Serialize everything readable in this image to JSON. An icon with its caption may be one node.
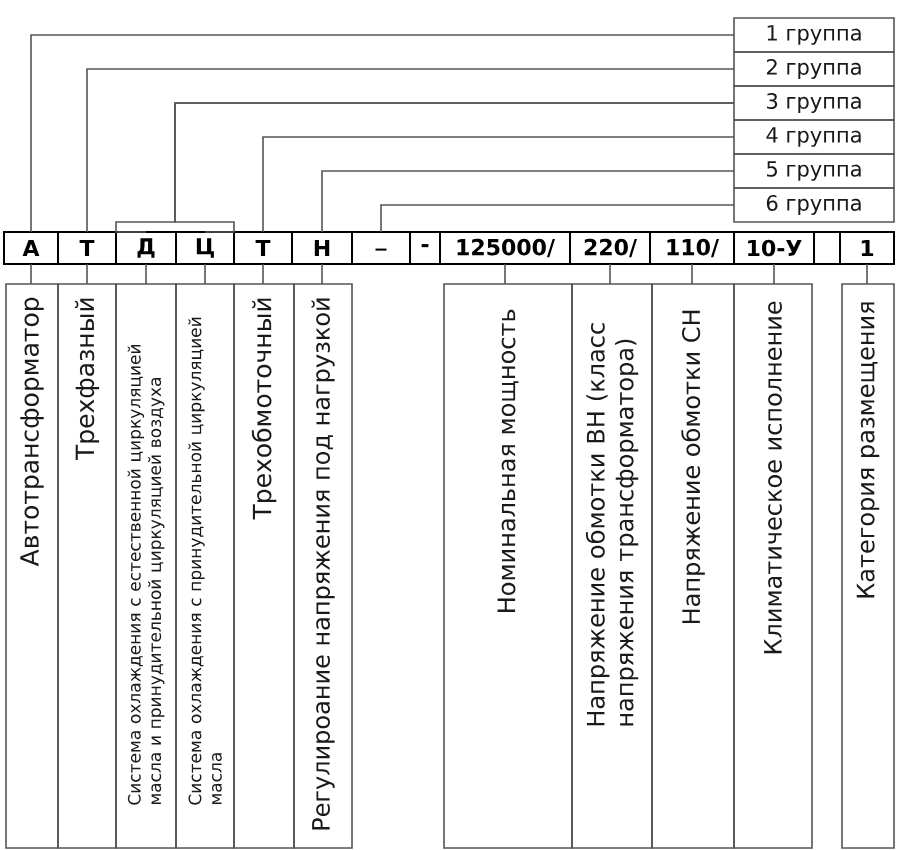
{
  "diagram": {
    "nodes": [
      {
        "text": [
          "1 группа"
        ]
      },
      {
        "text": [
          "2 группа"
        ]
      },
      {
        "text": [
          "3 группа"
        ]
      },
      {
        "text": [
          "4 группа"
        ]
      },
      {
        "text": [
          "5 группа"
        ]
      },
      {
        "text": [
          "6 группа"
        ]
      },
      {
        "text": [
          "А"
        ]
      },
      {
        "text": [
          "Т"
        ]
      },
      {
        "text": [
          "Д"
        ]
      },
      {
        "text": [
          "Ц"
        ]
      },
      {
        "text": [
          "Т"
        ]
      },
      {
        "text": [
          "Н"
        ]
      },
      {
        "text": [
          "_"
        ]
      },
      {
        "text": [
          "-"
        ]
      },
      {
        "text": [
          "125000/"
        ]
      },
      {
        "text": [
          "220/"
        ]
      },
      {
        "text": [
          "110/"
        ]
      },
      {
        "text": [
          "10-У"
        ]
      },
      {
        "text": [],
        "shape": "box"
      },
      {
        "text": [
          "1"
        ]
      },
      {
        "text": [
          "Автотрансформатор"
        ]
      },
      {
        "text": [
          "Трехфазный"
        ]
      },
      {
        "text": [
          "Система охлаждения с естественной циркуляцией масла и принудительной циркуляцией воздуха"
        ]
      },
      {
        "text": [
          "Система охлаждения с принудительной циркуляцией масла"
        ]
      },
      {
        "text": [
          "Трехобмоточный"
        ]
      },
      {
        "text": [
          "Регулироание напряжения под нагрузкой"
        ]
      },
      {
        "text": [
          "Номинальная мощность"
        ]
      },
      {
        "text": [
          "Напряжение обмотки ВН (класс напряжения трансформатора)"
        ]
      },
      {
        "text": [
          "Напряжение обмотки СН"
        ]
      },
      {
        "text": [
          "Климатическое исполнение"
        ]
      },
      {
        "text": [
          "Категория размещения"
        ]
      }
    ],
    "edges": [
      {
        "from": 0,
        "to": 6,
        "arrow": "none"
      },
      {
        "from": 1,
        "to": 7,
        "arrow": "none"
      },
      {
        "from": 2,
        "to": 8,
        "arrow": "none"
      },
      {
        "from": 2,
        "to": 9,
        "arrow": "none"
      },
      {
        "from": 3,
        "to": 10,
        "arrow": "none"
      },
      {
        "from": 4,
        "to": 11,
        "arrow": "none"
      },
      {
        "from": 5,
        "to": 12,
        "arrow": "none"
      },
      {
        "from": 6,
        "to": 20,
        "arrow": "none"
      },
      {
        "from": 7,
        "to": 21,
        "arrow": "none"
      },
      {
        "from": 8,
        "to": 22,
        "arrow": "none"
      },
      {
        "from": 9,
        "to": 23,
        "arrow": "none"
      },
      {
        "from": 10,
        "to": 24,
        "arrow": "none"
      },
      {
        "from": 11,
        "to": 25,
        "arrow": "none"
      },
      {
        "from": 14,
        "to": 26,
        "arrow": "none"
      },
      {
        "from": 15,
        "to": 27,
        "arrow": "none"
      },
      {
        "from": 16,
        "to": 28,
        "arrow": "none"
      },
      {
        "from": 17,
        "to": 29,
        "arrow": "none"
      },
      {
        "from": 19,
        "to": 30,
        "arrow": "none"
      }
    ]
  }
}
